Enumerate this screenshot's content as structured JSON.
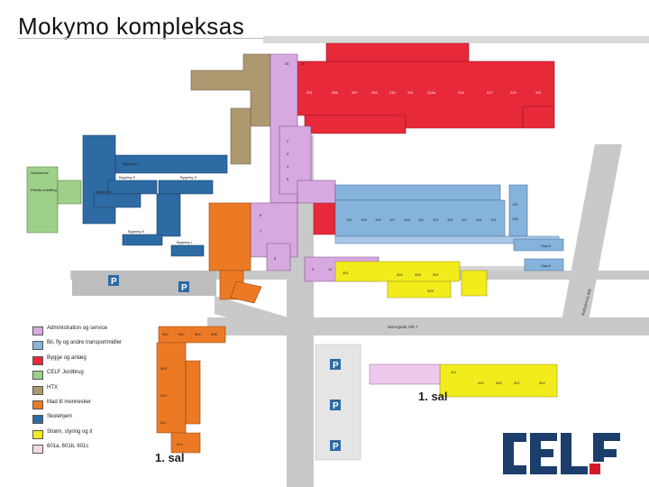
{
  "title": "Mokymo kompleksas",
  "colors": {
    "administration": "#d8a8e0",
    "transport": "#86b3dc",
    "construction": "#e8293a",
    "agriculture": "#9ed089",
    "htx": "#ae9870",
    "people": "#ec7a25",
    "school_home": "#2e6ba5",
    "power": "#f2ec1c",
    "rooms_601": "#f5d9ea",
    "roads": "#c8c8c8",
    "parking": "#2e6ba5",
    "logo_blue": "#1b3e6c",
    "logo_red": "#d4192a"
  },
  "legend": [
    {
      "color_key": "administration",
      "label": "Administration og service"
    },
    {
      "color_key": "transport",
      "label": "Bil, fly og andre transportmidler"
    },
    {
      "color_key": "construction",
      "label": "Bygge og anlæg"
    },
    {
      "color_key": "agriculture",
      "label": "CELF Jordbrug"
    },
    {
      "color_key": "htx",
      "label": "HTX"
    },
    {
      "color_key": "people",
      "label": "Mad til mennesker"
    },
    {
      "color_key": "school_home",
      "label": "Skolehjem"
    },
    {
      "color_key": "power",
      "label": "Strøm, styring og it"
    },
    {
      "color_key": "rooms_601",
      "label": "601a, 601b, 601c"
    }
  ],
  "map_labels": {
    "floor_1_right": "1. sal",
    "floor_1_left": "1. sal",
    "road_main": "Nørregade Allé 7",
    "road_diagonal": "Kidholmvej Allé",
    "depot_1": "Depot",
    "depot_2": "Depot",
    "parking": "P",
    "sandscene": "Sandscene",
    "plastic": "Plastik-udstilling",
    "building_f": "Bygning F",
    "building_e": "Bygning E",
    "building_d": "Bygning D",
    "building_j": "Bygning J",
    "building_k": "Bygning K",
    "building_l": "Bygning L"
  },
  "room_numbers": {
    "red": [
      "201",
      "205",
      "207",
      "209",
      "210",
      "211",
      "212a",
      "215",
      "217",
      "219",
      "221"
    ],
    "blue": [
      "101",
      "103",
      "105",
      "107",
      "109",
      "111",
      "113",
      "115",
      "117",
      "119",
      "121",
      "125",
      "128"
    ],
    "yellow": [
      "301",
      "303",
      "305",
      "307",
      "309",
      "311",
      "313",
      "320",
      "321",
      "324"
    ],
    "orange": [
      "500",
      "502",
      "504",
      "506",
      "508",
      "510",
      "512",
      "514"
    ],
    "purple": [
      "2",
      "3",
      "4",
      "5",
      "6",
      "7",
      "8",
      "9",
      "10",
      "35",
      "36"
    ]
  },
  "logo": {
    "text": "CELF"
  }
}
